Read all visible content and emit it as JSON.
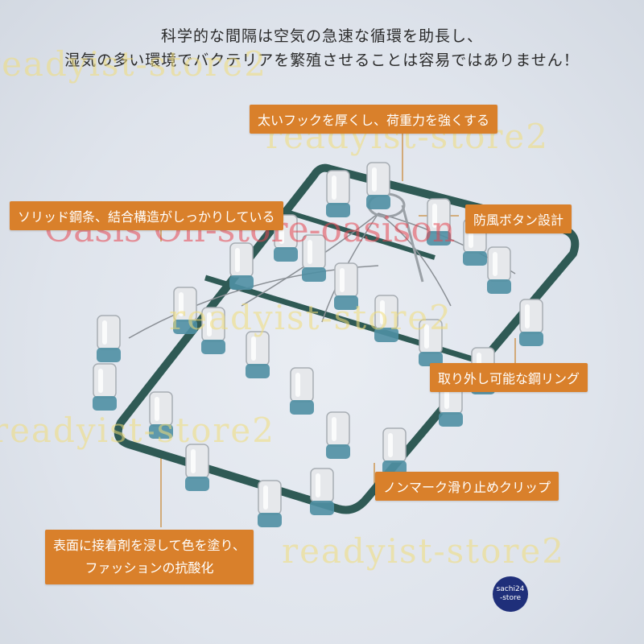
{
  "headline": {
    "line1": "科学的な間隔は空気の急速な循環を助長し、",
    "line2": "湿気の多い環境でバクテリアを繁殖させることは容易ではありません！"
  },
  "callouts": {
    "thick_hook": "太いフックを厚くし、荷重力を強くする",
    "solid_steel": "ソリッド鋼条、結合構造がしっかりしている",
    "windproof": "防風ボタン設計",
    "removable_ring": "取り外し可能な鋼リング",
    "nonmark_clip": "ノンマーク滑り止めクリップ",
    "coating_line1": "表面に接着剤を浸して色を塗り、",
    "coating_line2": "ファッションの抗酸化"
  },
  "watermarks": {
    "yellow": "readyist-store2",
    "red": "Oasis On-store-oasison"
  },
  "logo": {
    "line1": "sachi24",
    "line2": "-store"
  },
  "colors": {
    "callout_bg": "#d9802b",
    "frame": "#2f5a55",
    "clip_tip": "#4f8fa3",
    "line": "#c98a3a"
  }
}
